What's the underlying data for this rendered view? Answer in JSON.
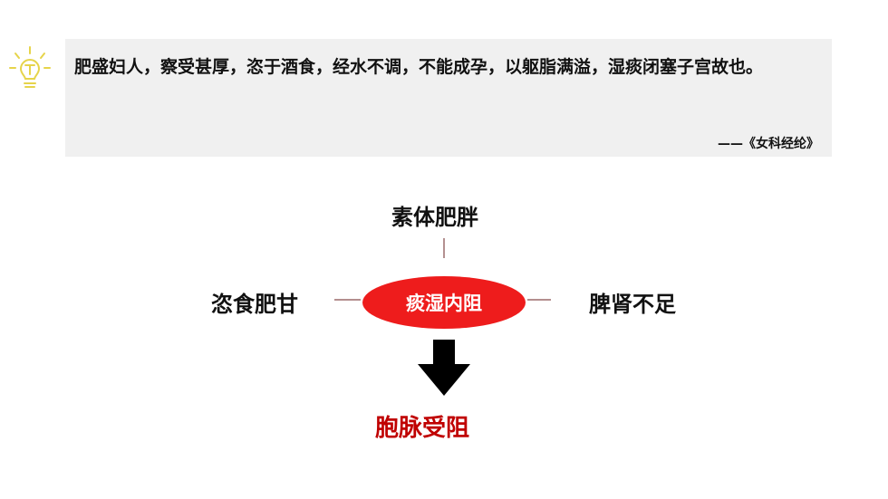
{
  "quote": {
    "text": "肥盛妇人，察受甚厚，恣于酒食，经水不调，不能成孕，以躯脂满溢，湿痰闭塞子宫故也。",
    "source": "——《女科经纶》"
  },
  "diagram": {
    "center": "痰湿内阻",
    "top": "素体肥胖",
    "left": "恣食肥甘",
    "right": "脾肾不足",
    "result": "胞脉受阻"
  },
  "colors": {
    "ellipse": "#ee1c1c",
    "result_text": "#c00000",
    "connector": "#9b6a6a",
    "bulb": "#e6d44a",
    "quote_bg": "#f0f0f0"
  }
}
